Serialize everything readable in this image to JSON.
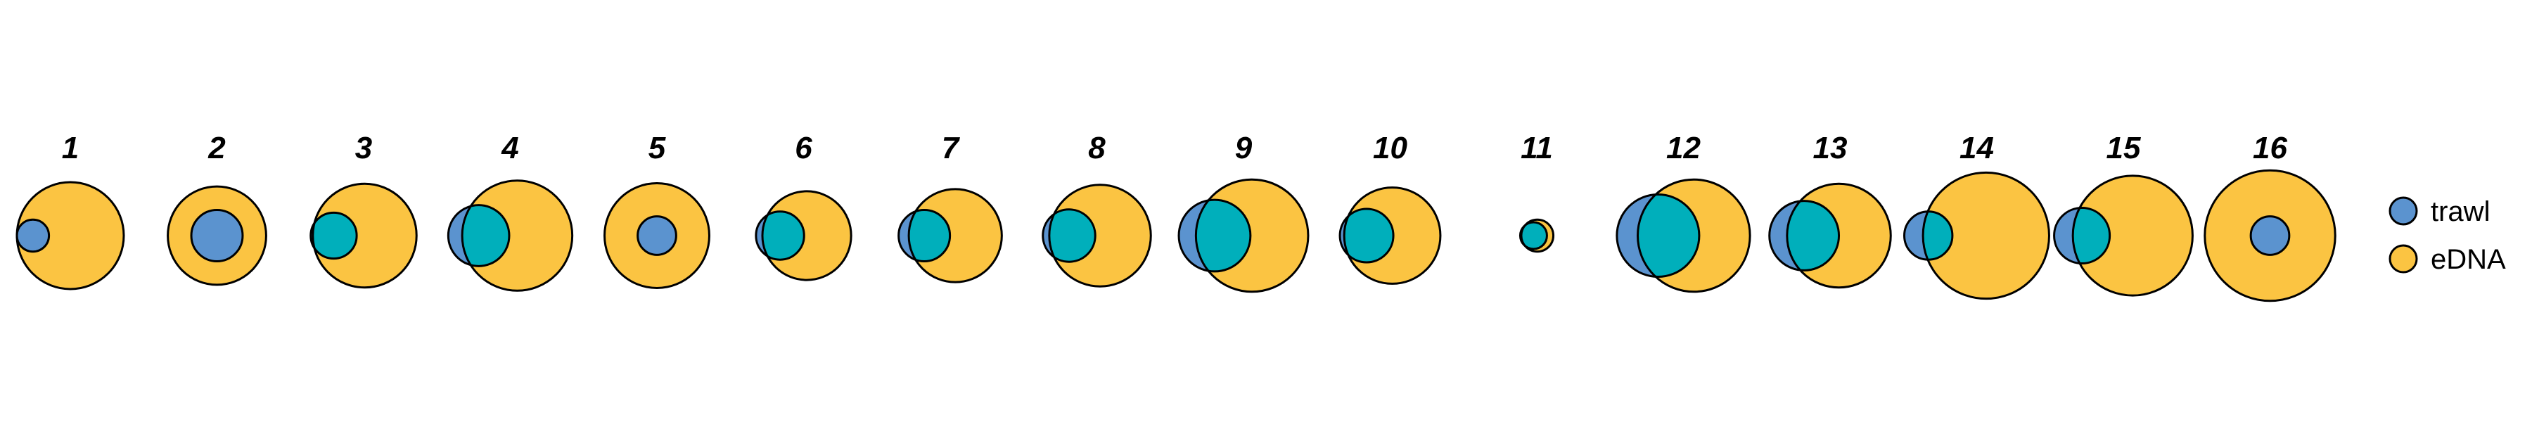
{
  "colors": {
    "trawl": "#5b93cf",
    "edna": "#fbc442",
    "overlap": "#00afbb",
    "stroke": "#000000"
  },
  "legend": [
    {
      "key": "trawl",
      "label": "trawl"
    },
    {
      "key": "edna",
      "label": "eDNA"
    }
  ],
  "panels": [
    {
      "label": "1",
      "trawl_r": 0.3,
      "edna_r": 1.0,
      "center_sep": 0.7
    },
    {
      "label": "2",
      "trawl_r": 0.48,
      "edna_r": 0.92,
      "center_sep": 0.0
    },
    {
      "label": "3",
      "trawl_r": 0.43,
      "edna_r": 0.97,
      "center_sep": 0.58
    },
    {
      "label": "4",
      "trawl_r": 0.57,
      "edna_r": 1.03,
      "center_sep": 0.72
    },
    {
      "label": "5",
      "trawl_r": 0.36,
      "edna_r": 0.98,
      "center_sep": 0.0
    },
    {
      "label": "6",
      "trawl_r": 0.45,
      "edna_r": 0.83,
      "center_sep": 0.5
    },
    {
      "label": "7",
      "trawl_r": 0.48,
      "edna_r": 0.87,
      "center_sep": 0.58
    },
    {
      "label": "8",
      "trawl_r": 0.49,
      "edna_r": 0.95,
      "center_sep": 0.58
    },
    {
      "label": "9",
      "trawl_r": 0.67,
      "edna_r": 1.05,
      "center_sep": 0.7
    },
    {
      "label": "10",
      "trawl_r": 0.5,
      "edna_r": 0.9,
      "center_sep": 0.48
    },
    {
      "label": "11",
      "trawl_r": 0.25,
      "edna_r": 0.3,
      "center_sep": 0.07
    },
    {
      "label": "12",
      "trawl_r": 0.77,
      "edna_r": 1.05,
      "center_sep": 0.67
    },
    {
      "label": "13",
      "trawl_r": 0.65,
      "edna_r": 0.97,
      "center_sep": 0.65
    },
    {
      "label": "14",
      "trawl_r": 0.45,
      "edna_r": 1.18,
      "center_sep": 1.08
    },
    {
      "label": "15",
      "trawl_r": 0.52,
      "edna_r": 1.12,
      "center_sep": 0.95
    },
    {
      "label": "16",
      "trawl_r": 0.36,
      "edna_r": 1.22,
      "center_sep": 0.0
    }
  ]
}
